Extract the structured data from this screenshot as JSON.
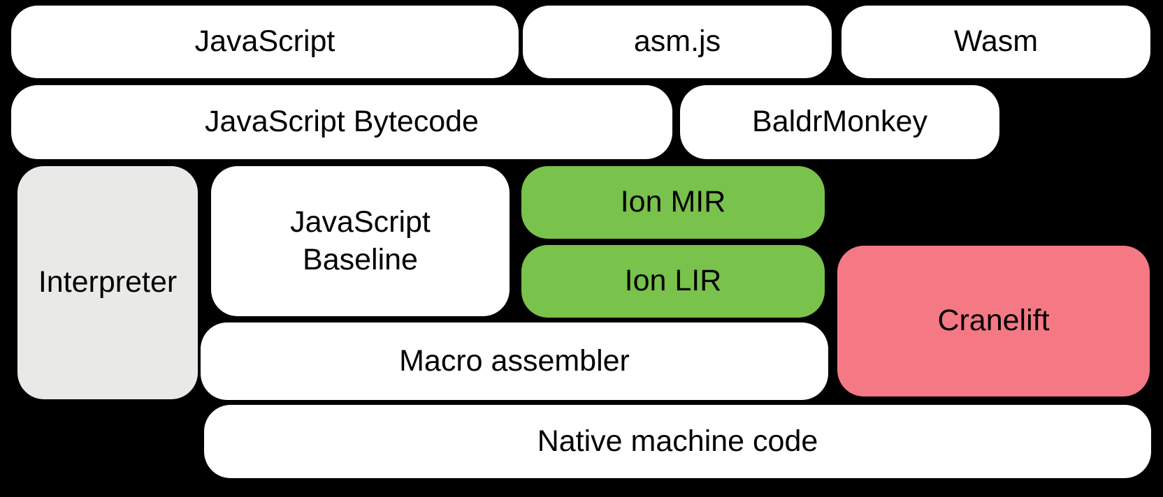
{
  "diagram": {
    "background_color": "#000000",
    "text_color": "#000000",
    "colors": {
      "white_box": "#FFFFFF",
      "gray_box": "#E9E9E7",
      "green_box": "#79C24C",
      "pink_box": "#F57885"
    },
    "nodes": {
      "javascript": {
        "label": "JavaScript",
        "fill": "#FFFFFF"
      },
      "asmjs": {
        "label": "asm.js",
        "fill": "#FFFFFF"
      },
      "wasm": {
        "label": "Wasm",
        "fill": "#FFFFFF"
      },
      "bytecode": {
        "label": "JavaScript Bytecode",
        "fill": "#FFFFFF"
      },
      "baldrmonkey": {
        "label": "BaldrMonkey",
        "fill": "#FFFFFF"
      },
      "interpreter": {
        "label": "Interpreter",
        "fill": "#E9E9E7"
      },
      "baseline": {
        "label_line1": "JavaScript",
        "label_line2": "Baseline",
        "fill": "#FFFFFF"
      },
      "ion_mir": {
        "label": "Ion MIR",
        "fill": "#79C24C"
      },
      "ion_lir": {
        "label": "Ion LIR",
        "fill": "#79C24C"
      },
      "cranelift": {
        "label": "Cranelift",
        "fill": "#F57885"
      },
      "macro_assembler": {
        "label": "Macro assembler",
        "fill": "#FFFFFF"
      },
      "native_machine_code": {
        "label": "Native machine code",
        "fill": "#FFFFFF"
      }
    }
  }
}
